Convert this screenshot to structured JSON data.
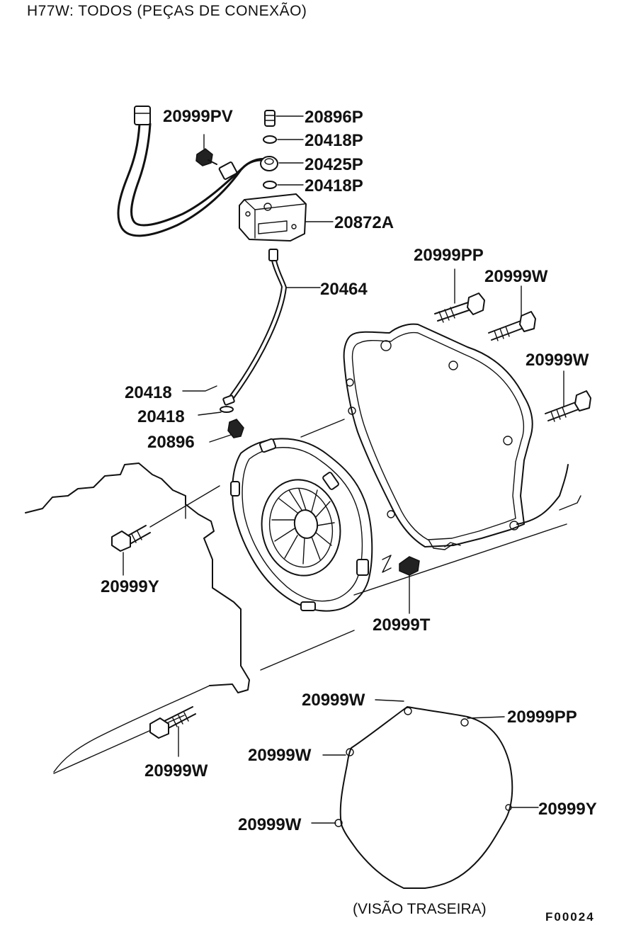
{
  "title": "H77W: TODOS (PEÇAS DE CONEXÃO)",
  "labels": {
    "p20999PV": "20999PV",
    "p20896P": "20896P",
    "p20418P_a": "20418P",
    "p20425P": "20425P",
    "p20418P_b": "20418P",
    "p20872A": "20872A",
    "p20464": "20464",
    "p20418_a": "20418",
    "p20418_b": "20418",
    "p20896": "20896",
    "p20999PP_top": "20999PP",
    "p20999W_top": "20999W",
    "p20999W_right": "20999W",
    "p20999Y_left": "20999Y",
    "p20999T": "20999T",
    "p20999W_bottom": "20999W",
    "rear_20999W_1": "20999W",
    "rear_20999PP": "20999PP",
    "rear_20999W_2": "20999W",
    "rear_20999Y": "20999Y",
    "rear_20999W_3": "20999W"
  },
  "rear_view_caption": "(VISÃO TRASEIRA)",
  "figure_code": "F00024"
}
